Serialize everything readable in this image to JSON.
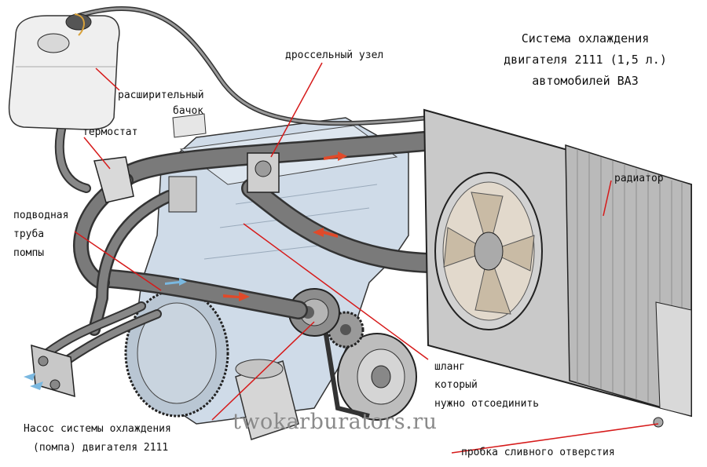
{
  "title": {
    "line1": "Система охлаждения",
    "line2": "двигателя 2111 (1,5 л.)",
    "line3": "автомобилей ВАЗ"
  },
  "labels": {
    "expansion_tank_1": "расширительный",
    "expansion_tank_2": "бачок",
    "thermostat": "термостат",
    "throttle_body": "дроссельный узел",
    "radiator": "радиатор",
    "pump_inlet_1": "подводная",
    "pump_inlet_2": "труба",
    "pump_inlet_3": "помпы",
    "hose_1": "шланг",
    "hose_2": "который",
    "hose_3": "нужно отсоединить",
    "pump_1": "Насос системы охлаждения",
    "pump_2": "(помпа) двигателя 2111",
    "drain_plug": "пробка сливного отверстия"
  },
  "watermark": "twokarburators.ru",
  "colors": {
    "leader_line": "#d61a1a",
    "flow_arrow_hot": "#e04a2a",
    "flow_arrow_cold": "#7ab8e0",
    "engine_block": "#cfdbe8",
    "hose": "#6f6f6f",
    "radiator": "#c9c9c9",
    "tank": "#efefef"
  }
}
